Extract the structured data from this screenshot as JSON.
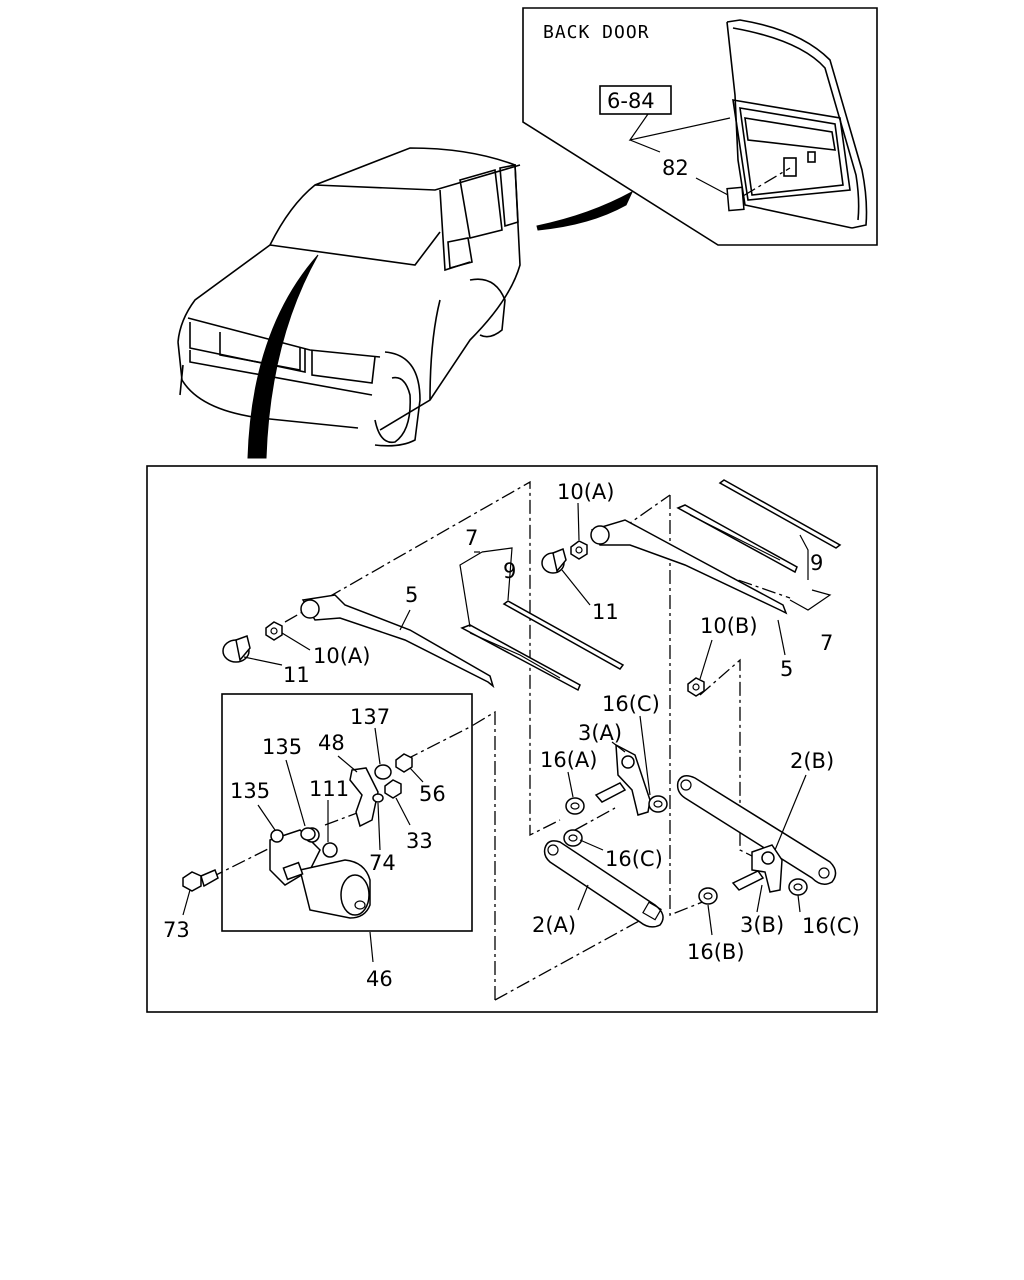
{
  "back_door_box": {
    "title": "BACK DOOR",
    "ref_label": "6-84",
    "callouts": [
      "82"
    ]
  },
  "callouts": {
    "c5a": "5",
    "c5b": "5",
    "c7a": "7",
    "c7b": "7",
    "c9a": "9",
    "c9b": "9",
    "c10a_left": "10(A)",
    "c10a_top": "10(A)",
    "c10b": "10(B)",
    "c11a": "11",
    "c11b": "11",
    "c137": "137",
    "c135a": "135",
    "c135b": "135",
    "c48": "48",
    "c111": "111",
    "c56": "56",
    "c33": "33",
    "c74": "74",
    "c73": "73",
    "c46": "46",
    "c16c_top": "16(C)",
    "c3a": "3(A)",
    "c16a": "16(A)",
    "c16c_mid": "16(C)",
    "c2a": "2(A)",
    "c2b": "2(B)",
    "c3b": "3(B)",
    "c16c_right": "16(C)",
    "c16b": "16(B)"
  },
  "colors": {
    "line": "#000000",
    "background": "#ffffff"
  }
}
